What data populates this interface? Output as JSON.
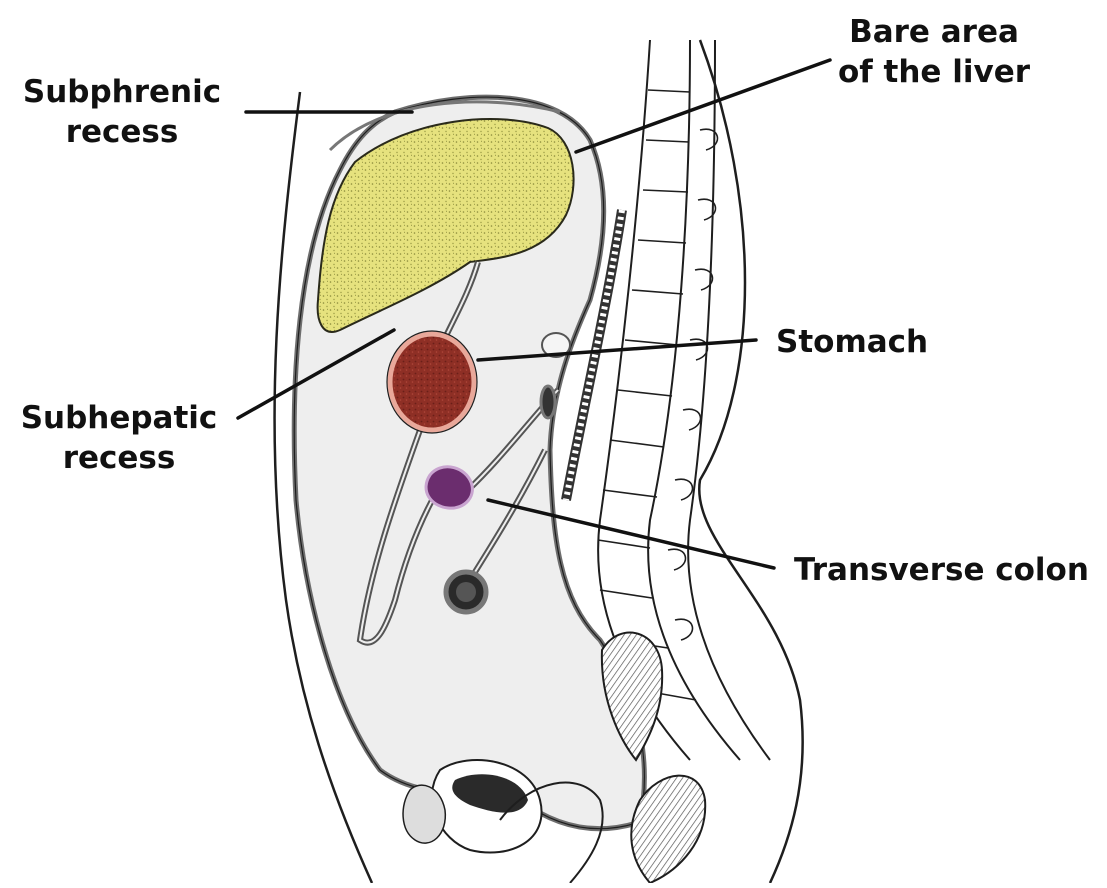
{
  "diagram": {
    "labels": {
      "subphrenic": [
        "Subphrenic",
        "recess"
      ],
      "bare_area": [
        "Bare area",
        "of the liver"
      ],
      "stomach": "Stomach",
      "subhepatic": [
        "Subhepatic",
        "recess"
      ],
      "transverse_colon": "Transverse colon"
    },
    "colors": {
      "liver": "#e6e27e",
      "liver_dots": "#8a8a3a",
      "stomach": "#8e2f25",
      "stomach_rim": "#e9a89a",
      "colon_section": "#6b2d6e",
      "peritoneal_cavity": "#eeeeee",
      "outline": "#1e1e1e",
      "membrane": "#6e6e6e"
    }
  }
}
